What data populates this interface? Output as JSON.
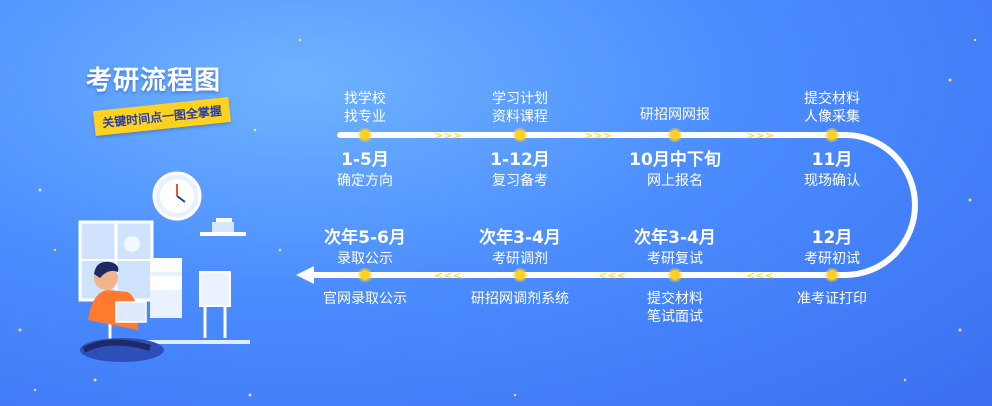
{
  "title": "考研流程图",
  "subtitle": "关键时间点一图全掌握",
  "arrow_forward": ">>>",
  "arrow_backward": "<<<",
  "colors": {
    "accent": "#ffd21f",
    "background": "#4b8dff",
    "line": "#ffffff"
  },
  "top_row": [
    {
      "task_lines": [
        "找学校",
        "找专业"
      ],
      "time": "1-5月",
      "desc": "确定方向"
    },
    {
      "task_lines": [
        "学习计划",
        "资料课程"
      ],
      "time": "1-12月",
      "desc": "复习备考"
    },
    {
      "task_lines": [
        "研招网网报"
      ],
      "time": "10月中下旬",
      "desc": "网上报名"
    },
    {
      "task_lines": [
        "提交材料",
        "人像采集"
      ],
      "time": "11月",
      "desc": "现场确认"
    }
  ],
  "bottom_row": [
    {
      "time": "12月",
      "desc": "考研初试",
      "task_lines": [
        "准考证打印"
      ]
    },
    {
      "time": "次年3-4月",
      "desc": "考研复试",
      "task_lines": [
        "提交材料",
        "笔试面试"
      ]
    },
    {
      "time": "次年3-4月",
      "desc": "考研调剂",
      "task_lines": [
        "研招网调剂系统"
      ]
    },
    {
      "time": "次年5-6月",
      "desc": "录取公示",
      "task_lines": [
        "官网录取公示"
      ]
    }
  ]
}
